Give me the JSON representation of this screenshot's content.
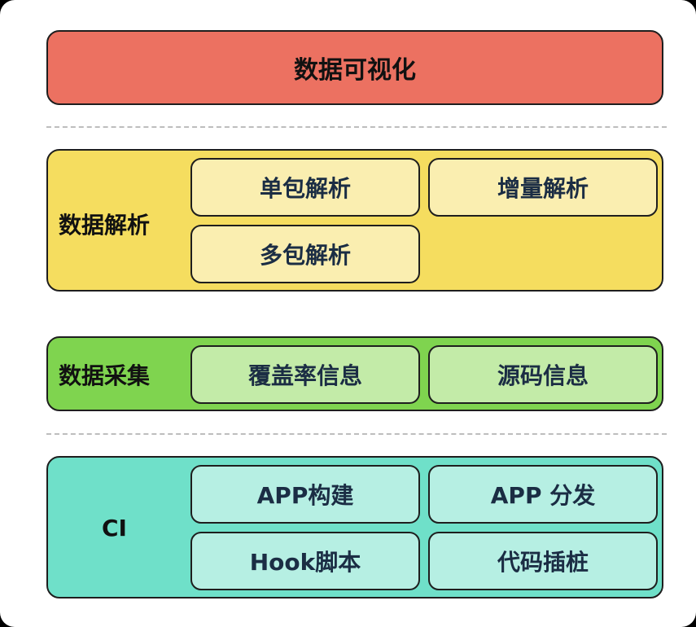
{
  "layers": {
    "visualization": {
      "label": "数据可视化"
    },
    "parsing": {
      "label": "数据解析",
      "items": [
        "单包解析",
        "增量解析",
        "多包解析"
      ]
    },
    "collection": {
      "label": "数据采集",
      "items": [
        "覆盖率信息",
        "源码信息"
      ]
    },
    "ci": {
      "label": "CI",
      "items": [
        "APP构建",
        "APP 分发",
        "Hook脚本",
        "代码插桩"
      ]
    }
  },
  "colors": {
    "visualization": "#ec7161",
    "parsing": "#f5dd5f",
    "parsing_box": "#faeeb0",
    "collection": "#7fd44f",
    "collection_box": "#c3eba8",
    "ci": "#6fe0c9",
    "ci_box": "#b6efe3",
    "divider": "#bdbdbd"
  }
}
